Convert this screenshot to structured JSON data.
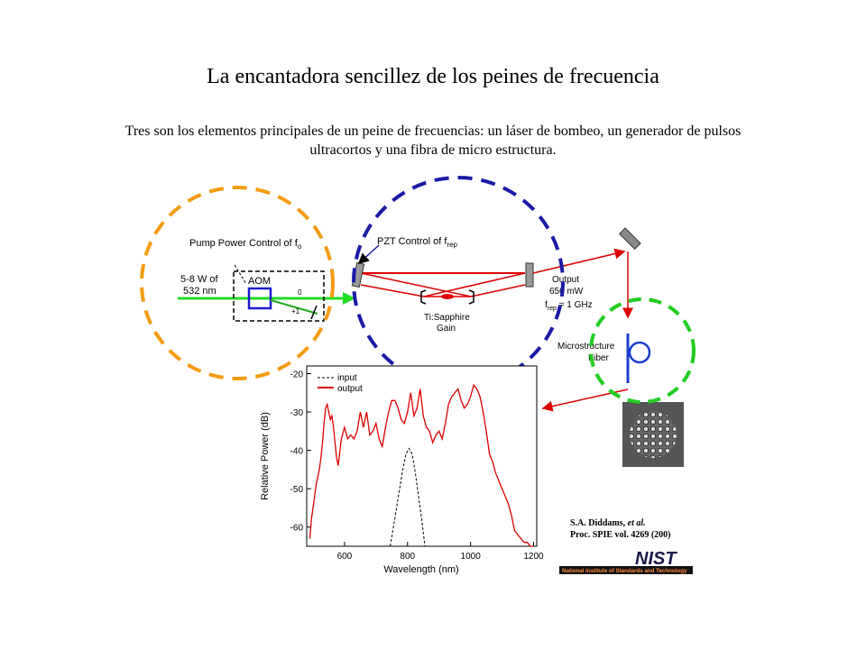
{
  "slide": {
    "title": "La encantadora sencillez de los peines de frecuencia",
    "subtitle": "Tres son los elementos principales de un peine de frecuencias: un láser de bombeo, un generador de pulsos ultracortos y una fibra de micro estructura."
  },
  "diagram": {
    "pump_label": "Pump Power Control of f",
    "pump_label_sub": "o",
    "pump_input_line1": "5-8 W of",
    "pump_input_line2": "532 nm",
    "aom_label": "AOM",
    "order_zero": "0",
    "order_plus_one": "+1",
    "pzt_label": "PZT Control of f",
    "pzt_label_sub": "rep",
    "gain_line1": "Ti:Sapphire",
    "gain_line2": "Gain",
    "output_line1": "Output",
    "output_line2": "650 mW",
    "output_line3_prefix": "f",
    "output_line3_sub": "rep",
    "output_line3_suffix": " = 1 GHz",
    "fiber_line1": "Microstructure",
    "fiber_line2": "Fiber",
    "circle_colors": {
      "pump": "#f39c12",
      "laser": "#1a1aa6",
      "fiber": "#22cc22"
    }
  },
  "citation": {
    "author": "S.A. Diddams, ",
    "etal": "et al.",
    "journal": "Proc. SPIE vol. 4269 (200)"
  },
  "nist": {
    "logo": "NIST",
    "name": "National Institute of Standards and Technology"
  },
  "chart_data": {
    "type": "line",
    "xlabel": "Wavelength (nm)",
    "ylabel": "Relative Power (dB)",
    "xlim": [
      480,
      1210
    ],
    "ylim": [
      -65,
      -18
    ],
    "xticks": [
      600,
      800,
      1000,
      1200
    ],
    "yticks": [
      -20,
      -30,
      -40,
      -50,
      -60
    ],
    "legend_position": "top-left",
    "series": [
      {
        "name": "input",
        "color": "#000000",
        "dash": true,
        "x": [
          745,
          755,
          765,
          775,
          785,
          795,
          805,
          815,
          825,
          835,
          845,
          855
        ],
        "y": [
          -65,
          -60,
          -55,
          -50,
          -45,
          -41,
          -39.5,
          -41,
          -46,
          -52,
          -58,
          -65
        ]
      },
      {
        "name": "output",
        "color": "#dd0000",
        "dash": false,
        "x": [
          490,
          495,
          500,
          505,
          510,
          515,
          520,
          525,
          530,
          535,
          540,
          545,
          550,
          555,
          560,
          565,
          570,
          575,
          580,
          590,
          600,
          610,
          620,
          630,
          640,
          650,
          660,
          670,
          680,
          690,
          700,
          710,
          720,
          730,
          740,
          750,
          760,
          770,
          780,
          790,
          800,
          810,
          820,
          830,
          840,
          850,
          860,
          870,
          880,
          890,
          900,
          910,
          920,
          930,
          940,
          950,
          960,
          970,
          980,
          990,
          1000,
          1010,
          1020,
          1030,
          1040,
          1050,
          1060,
          1070,
          1080,
          1090,
          1100,
          1110,
          1120,
          1130,
          1140,
          1150,
          1160,
          1170,
          1180,
          1190,
          1200
        ],
        "y": [
          -63,
          -58,
          -55,
          -52,
          -49,
          -47,
          -45,
          -42,
          -38,
          -33,
          -29,
          -28,
          -30,
          -32,
          -31,
          -34,
          -38,
          -42,
          -44,
          -37,
          -34,
          -37,
          -36,
          -37,
          -35,
          -30,
          -34,
          -30,
          -36,
          -35,
          -33,
          -37,
          -39,
          -34,
          -30,
          -27,
          -27,
          -29,
          -32,
          -33,
          -30,
          -25,
          -31,
          -29,
          -24,
          -31,
          -34,
          -35,
          -38,
          -36,
          -35,
          -37,
          -33,
          -28,
          -26,
          -25,
          -24,
          -27,
          -29,
          -28,
          -26,
          -23,
          -24,
          -26,
          -30,
          -35,
          -41,
          -43,
          -46,
          -48,
          -50,
          -52,
          -54,
          -57,
          -61,
          -62,
          -63,
          -64,
          -64,
          -65,
          -65
        ]
      }
    ]
  }
}
